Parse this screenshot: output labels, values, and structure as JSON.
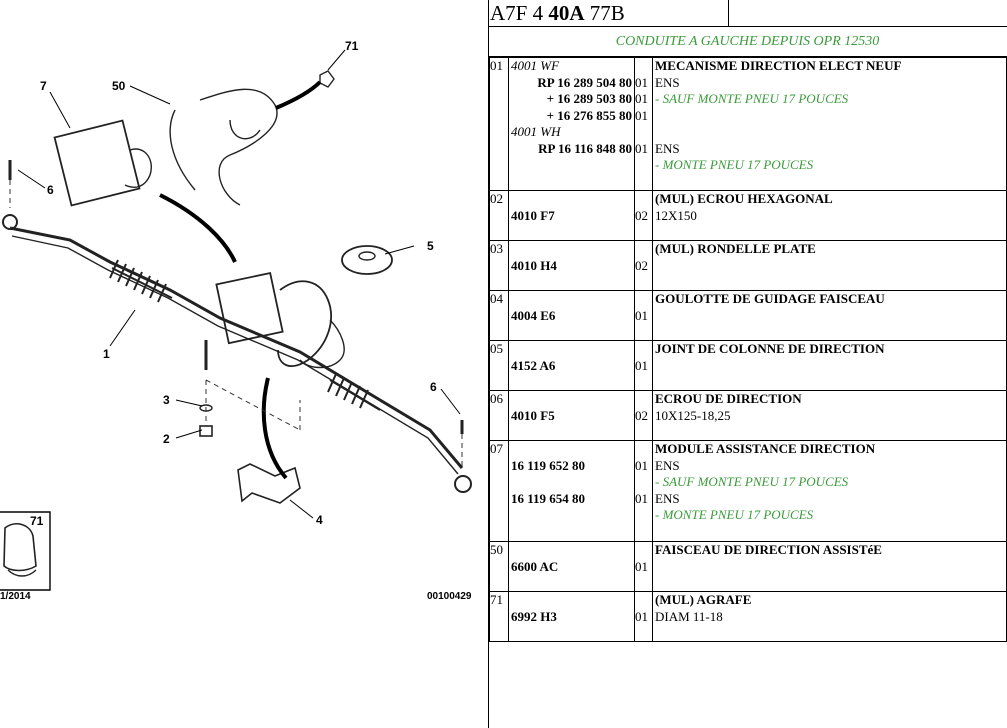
{
  "diagram": {
    "callouts": [
      "71",
      "7",
      "50",
      "6",
      "5",
      "1",
      "3",
      "2",
      "6",
      "4"
    ],
    "inset_label": "71",
    "date_fragment": "1/2014",
    "image_ref": "00100429"
  },
  "header": {
    "code_a": "A7F 4",
    "code_b": "40A",
    "code_c": "77B"
  },
  "subtitle": "CONDUITE A GAUCHE DEPUIS OPR 12530",
  "parts": [
    {
      "num": "01",
      "refs": [
        {
          "text": "4001 WF",
          "style": "italic"
        },
        {
          "text": "RP 16 289 504 80",
          "style": "bold"
        },
        {
          "text": "+ 16 289 503 80",
          "style": "bold"
        },
        {
          "text": "+ 16 276 855 80",
          "style": "bold"
        },
        {
          "text": "4001 WH",
          "style": "italic"
        },
        {
          "text": "RP 16 116 848 80",
          "style": "bold"
        }
      ],
      "qtys": [
        "",
        "01",
        "01",
        "01",
        "",
        "01"
      ],
      "title": "MECANISME DIRECTION ELECT NEUF",
      "lines": [
        {
          "text": "ENS",
          "green": false
        },
        {
          "text": "- SAUF MONTE PNEU 17 POUCES",
          "green": true
        },
        {
          "text": "",
          "green": false
        },
        {
          "text": "",
          "green": false
        },
        {
          "text": "ENS",
          "green": false
        },
        {
          "text": "- MONTE PNEU 17 POUCES",
          "green": true
        }
      ]
    },
    {
      "num": "02",
      "refs": [
        {
          "text": "",
          "style": "bold"
        },
        {
          "text": "4010 F7",
          "style": "bold left"
        }
      ],
      "qtys": [
        "",
        "02"
      ],
      "title": "(MUL) ECROU HEXAGONAL",
      "lines": [
        {
          "text": "12X150",
          "green": false
        }
      ]
    },
    {
      "num": "03",
      "refs": [
        {
          "text": "",
          "style": "bold"
        },
        {
          "text": "4010 H4",
          "style": "bold left"
        }
      ],
      "qtys": [
        "",
        "02"
      ],
      "title": "(MUL) RONDELLE PLATE",
      "lines": []
    },
    {
      "num": "04",
      "refs": [
        {
          "text": "",
          "style": "bold"
        },
        {
          "text": "4004 E6",
          "style": "bold left"
        }
      ],
      "qtys": [
        "",
        "01"
      ],
      "title": "GOULOTTE DE GUIDAGE FAISCEAU",
      "lines": []
    },
    {
      "num": "05",
      "refs": [
        {
          "text": "",
          "style": "bold"
        },
        {
          "text": "4152 A6",
          "style": "bold left"
        }
      ],
      "qtys": [
        "",
        "01"
      ],
      "title": "JOINT DE COLONNE DE DIRECTION",
      "lines": []
    },
    {
      "num": "06",
      "refs": [
        {
          "text": "",
          "style": "bold"
        },
        {
          "text": "4010 F5",
          "style": "bold left"
        }
      ],
      "qtys": [
        "",
        "02"
      ],
      "title": "ECROU DE DIRECTION",
      "lines": [
        {
          "text": "10X125-18,25",
          "green": false
        }
      ]
    },
    {
      "num": "07",
      "refs": [
        {
          "text": "",
          "style": "bold"
        },
        {
          "text": "16 119 652 80",
          "style": "bold left"
        },
        {
          "text": "",
          "style": "bold"
        },
        {
          "text": "16 119 654 80",
          "style": "bold left"
        }
      ],
      "qtys": [
        "",
        "01",
        "",
        "01"
      ],
      "title": "MODULE ASSISTANCE DIRECTION",
      "lines": [
        {
          "text": "ENS",
          "green": false
        },
        {
          "text": "- SAUF MONTE PNEU 17 POUCES",
          "green": true
        },
        {
          "text": "ENS",
          "green": false
        },
        {
          "text": "- MONTE PNEU 17 POUCES",
          "green": true
        }
      ]
    },
    {
      "num": "50",
      "refs": [
        {
          "text": "",
          "style": "bold"
        },
        {
          "text": "6600 AC",
          "style": "bold left"
        }
      ],
      "qtys": [
        "",
        "01"
      ],
      "title": "FAISCEAU DE DIRECTION ASSISTéE",
      "lines": []
    },
    {
      "num": "71",
      "refs": [
        {
          "text": "",
          "style": "bold"
        },
        {
          "text": "6992 H3",
          "style": "bold left"
        }
      ],
      "qtys": [
        "",
        "01"
      ],
      "title": "(MUL) AGRAFE",
      "lines": [
        {
          "text": "DIAM 11-18",
          "green": false
        }
      ]
    }
  ]
}
